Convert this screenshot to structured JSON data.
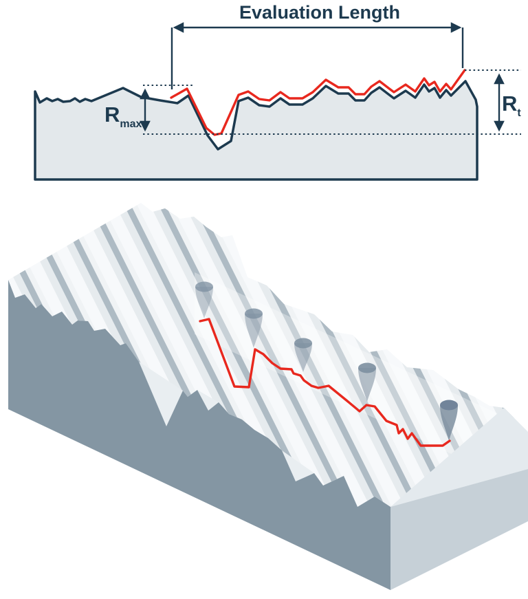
{
  "profile_diagram": {
    "title": "Evaluation Length",
    "r_max": {
      "base": "R",
      "sub": "max"
    },
    "r_t": {
      "base": "R",
      "sub": "t"
    },
    "colors": {
      "line_navy": "#1d3a4f",
      "trace_red": "#e8281e",
      "material_fill": "#e3e8eb"
    }
  },
  "isometric_illustration": {
    "stylus_count": 5,
    "colors": {
      "left_face": "#8496a3",
      "right_face": "#c6d0d7",
      "ridge_flank": "#e4eaee",
      "ridge_white": "#f7f9fb",
      "groove_gray": "#aebbc4",
      "stylus_body": "#8e9dab",
      "trace_red": "#e8281e"
    }
  }
}
